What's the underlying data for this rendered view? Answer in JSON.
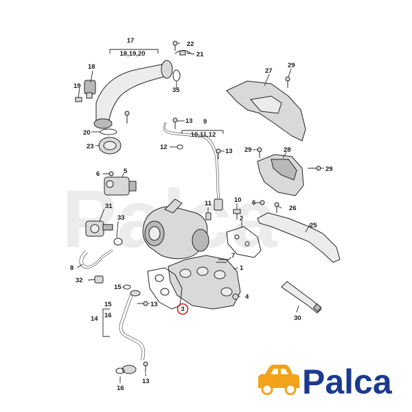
{
  "watermark": "Palca",
  "brand": {
    "name": "Palca",
    "primary": "#1b3a8f",
    "accent": "#f2a21b"
  },
  "highlight_color": "#d42020",
  "callouts": {
    "c17": "17",
    "c17sub": "18,19,20",
    "c22": "22",
    "c21": "21",
    "c18": "18",
    "c19": "19",
    "c35": "35",
    "c27": "27",
    "c29a": "29",
    "c20": "20",
    "c23": "23",
    "c13a": "13",
    "c9": "9",
    "c9sub": "10,11,12",
    "c12": "12",
    "c13b": "13",
    "c29b": "29",
    "c28": "28",
    "c29c": "29",
    "c6a": "6",
    "c5": "5",
    "c11": "11",
    "c10": "10",
    "c6b": "6",
    "c26": "26",
    "c31": "31",
    "c33": "33",
    "c2": "2",
    "c25": "25",
    "c8": "8",
    "c7": "7",
    "c1": "1",
    "c32": "32",
    "c15a": "15",
    "c4": "4",
    "c13c": "13",
    "c3": "3",
    "c15b": "15",
    "c14": "14",
    "c16a": "16",
    "c30": "30",
    "c13d": "13",
    "c16b": "16"
  }
}
